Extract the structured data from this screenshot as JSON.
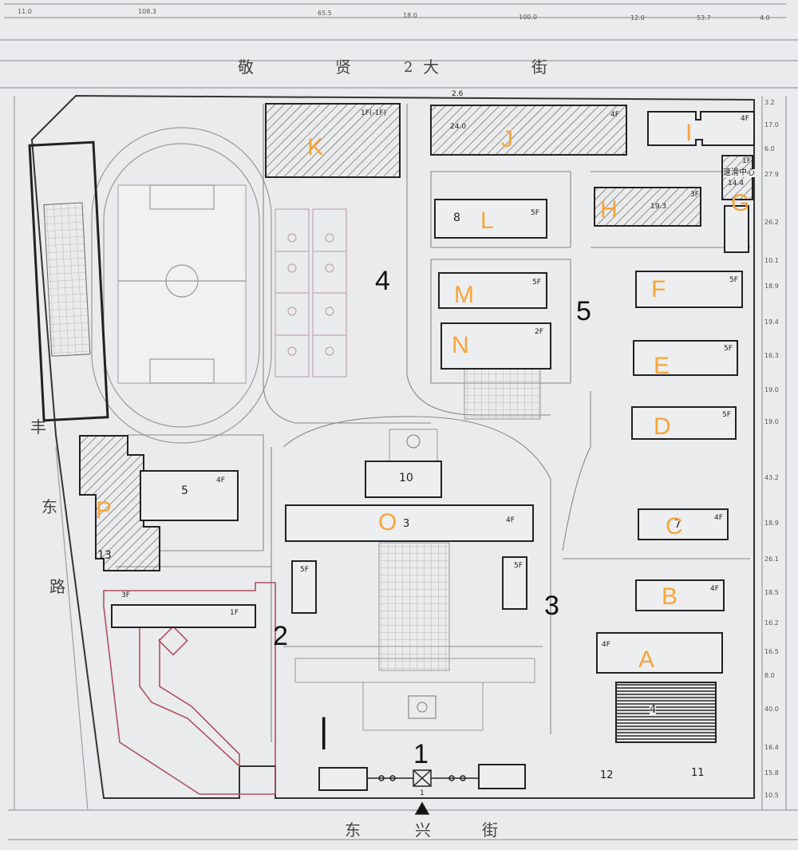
{
  "roads": {
    "north_chars": [
      "敬",
      "贤",
      "2",
      "大",
      "街"
    ],
    "south_chars": [
      "东",
      "兴",
      "街"
    ],
    "west_chars": [
      "丰",
      "东",
      "路"
    ]
  },
  "dimensions_top": [
    "11.0",
    "108.3",
    "65.5",
    "18.0",
    "100.0",
    "12.0",
    "53.7",
    "4.0"
  ],
  "dimensions_right": [
    "3.2",
    "17.0",
    "6.0",
    "27.9",
    "26.2",
    "10.1",
    "18.9",
    "19.4",
    "16.3",
    "19.0",
    "19.0",
    "43.2",
    "18.9",
    "26.1",
    "18.5",
    "16.2",
    "16.5",
    "8.0",
    "40.0",
    "16.4",
    "15.8",
    "10.5"
  ],
  "buildings": {
    "K": {
      "floors": "1F(-1F)"
    },
    "J": {
      "floors": "4F",
      "dims": [
        "2.6",
        "24.0"
      ]
    },
    "I": {
      "floors": "4F"
    },
    "G": {
      "floors": "1F",
      "name": "速滑中心",
      "num": "14.4"
    },
    "H": {
      "floors": "3F",
      "num": "19.3"
    },
    "L": {
      "floors": "5F",
      "num": "8"
    },
    "M": {
      "floors": "5F"
    },
    "N": {
      "floors": "2F"
    },
    "F": {
      "floors": "5F"
    },
    "E": {
      "floors": "5F"
    },
    "D": {
      "floors": "5F"
    },
    "C": {
      "floors": "4F",
      "num": "7"
    },
    "B": {
      "floors": "4F"
    },
    "A": {
      "floors": "4F"
    },
    "O": {
      "floors": "4F",
      "num": "3"
    },
    "P": {
      "num": "13"
    },
    "west_5": {
      "floors": "4F",
      "num": "5"
    },
    "north_10": {
      "num": "10"
    },
    "wing_left": {
      "floors": "5F"
    },
    "wing_right": {
      "floors": "5F"
    },
    "red_3F": {
      "floors": "3F"
    },
    "red_1F": {
      "floors": "1F"
    },
    "gym_4": {
      "num": "4"
    },
    "se_12": {
      "num": "12"
    },
    "se_11": {
      "num": "11"
    }
  },
  "orange_labels": [
    "K",
    "J",
    "I",
    "G",
    "H",
    "L",
    "M",
    "N",
    "F",
    "E",
    "D",
    "C",
    "B",
    "A",
    "O",
    "P"
  ],
  "black_labels": [
    "4",
    "5",
    "2",
    "3",
    "1",
    "|"
  ],
  "gate": {
    "num": "1"
  },
  "colors": {
    "orange": "#f7a53a",
    "line": "#222222",
    "hatch": "#555555",
    "red": "#b05060",
    "paper": "#e9ebec"
  }
}
